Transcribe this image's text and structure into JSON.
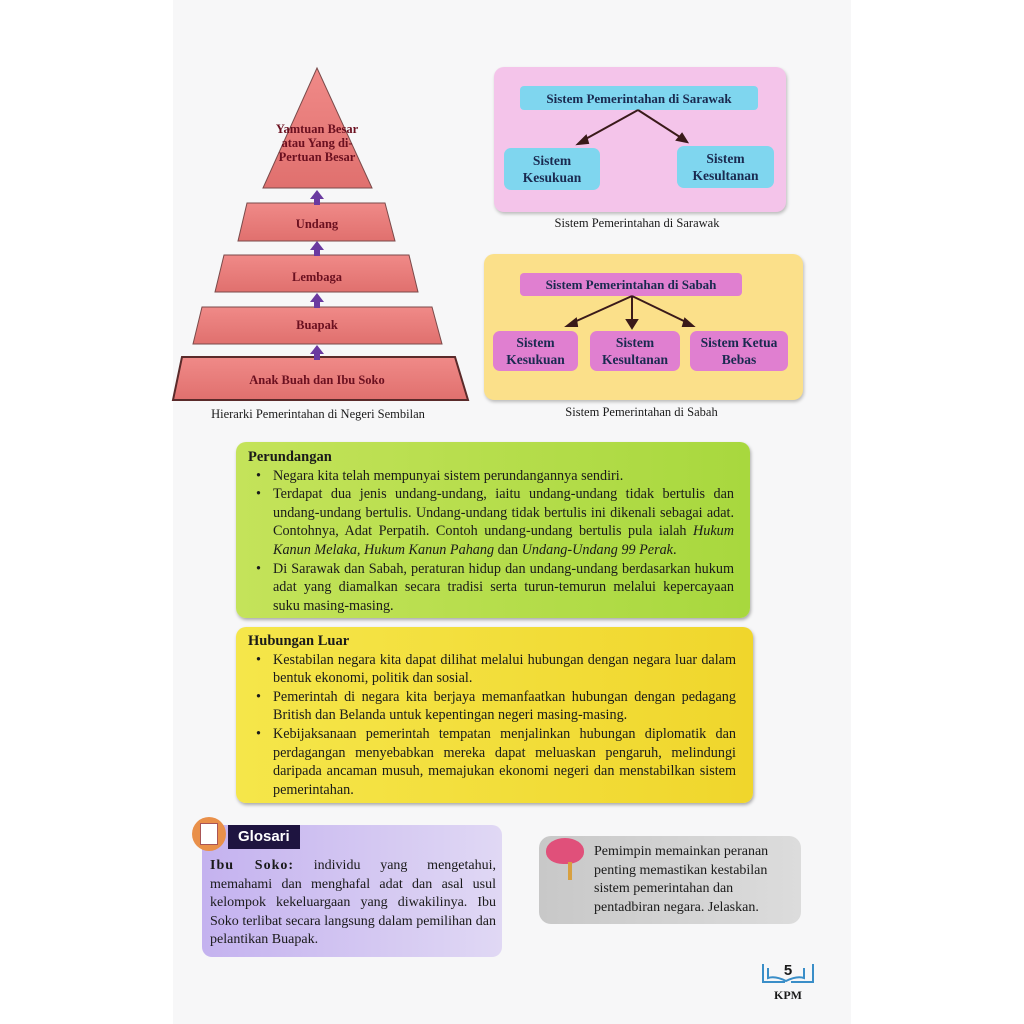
{
  "pyramid": {
    "levels": [
      "Yamtuan Besar atau Yang di-Pertuan Besar",
      "Undang",
      "Lembaga",
      "Buapak",
      "Anak Buah dan Ibu Soko"
    ],
    "caption": "Hierarki Pemerintahan di Negeri Sembilan"
  },
  "sarawak": {
    "title": "Sistem Pemerintahan di Sarawak",
    "items": [
      "Sistem Kesukuan",
      "Sistem Kesultanan"
    ],
    "caption": "Sistem Pemerintahan di Sarawak"
  },
  "sabah": {
    "title": "Sistem Pemerintahan di Sabah",
    "items": [
      "Sistem Kesukuan",
      "Sistem Kesultanan",
      "Sistem Ketua Bebas"
    ],
    "caption": "Sistem Pemerintahan di Sabah"
  },
  "perundangan": {
    "title": "Perundangan",
    "points": [
      "Negara kita telah mempunyai sistem perundangannya sendiri.",
      "Terdapat dua jenis undang-undang, iaitu undang-undang tidak bertulis dan undang-undang bertulis. Undang-undang tidak bertulis ini dikenali sebagai adat. Contohnya, Adat Perpatih. Contoh undang-undang bertulis pula ialah",
      "Hukum Kanun Melaka, Hukum Kanun Pahang",
      "dan",
      "Undang-Undang 99 Perak",
      ".",
      "Di Sarawak dan Sabah, peraturan hidup dan undang-undang berdasarkan hukum adat yang diamalkan secara tradisi serta turun-temurun melalui kepercayaan suku masing-masing."
    ]
  },
  "hubungan": {
    "title": "Hubungan Luar",
    "points": [
      "Kestabilan negara kita dapat dilihat melalui hubungan dengan negara luar dalam bentuk ekonomi, politik dan sosial.",
      "Pemerintah di negara kita berjaya memanfaatkan hubungan dengan pedagang British dan Belanda untuk kepentingan negeri masing-masing.",
      "Kebijaksanaan pemerintah tempatan menjalinkan hubungan diplomatik dan perdagangan menyebabkan mereka dapat meluaskan pengaruh, melindungi daripada ancaman musuh, memajukan ekonomi negeri dan menstabilkan sistem pemerintahan."
    ]
  },
  "glosari": {
    "label": "Glosari",
    "term": "Ibu Soko:",
    "definition": "individu yang mengetahui, memahami dan menghafal adat dan asal usul kelompok kekeluargaan yang diwakilinya. Ibu Soko terlibat secara langsung dalam pemilihan dan pelantikan Buapak."
  },
  "think": {
    "text": "Pemimpin memainkan peranan penting memastikan kestabilan sistem pemerintahan dan pentadbiran negara. Jelaskan."
  },
  "footer": {
    "page": "5",
    "publisher": "KPM"
  }
}
